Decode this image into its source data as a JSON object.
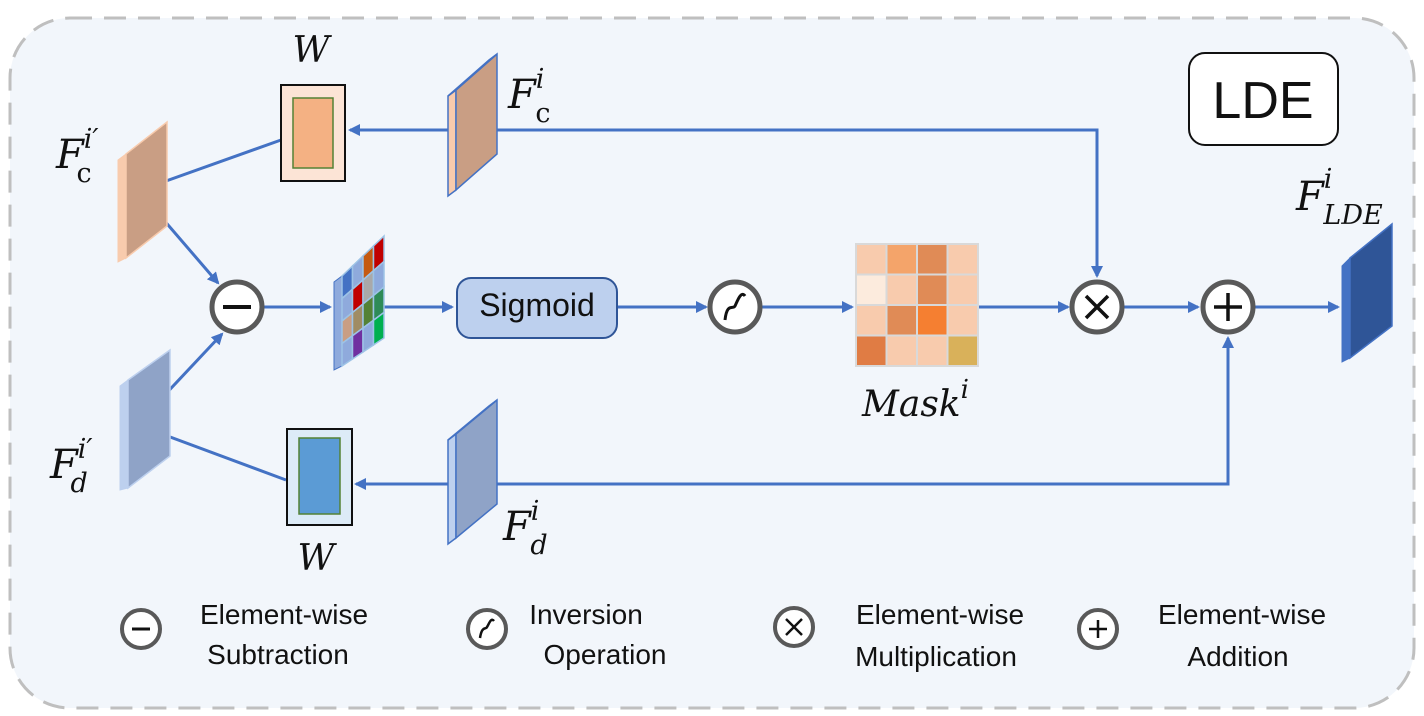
{
  "diagram": {
    "badge": "LDE",
    "feature_maps": {
      "fc": {
        "base": "F",
        "sub": "c",
        "sup": "i"
      },
      "fd": {
        "base": "F",
        "sub": "d",
        "sup": "i"
      },
      "fc_prime": {
        "base": "F",
        "sub": "c",
        "sup": "i′"
      },
      "fd_prime": {
        "base": "F",
        "sub": "d",
        "sup": "i′"
      },
      "f_lde": {
        "base": "F",
        "sub": "LDE",
        "sup": "i"
      }
    },
    "weight_top": "W",
    "weight_bottom": "W",
    "sigmoid": "Sigmoid",
    "mask": {
      "base": "Mask",
      "sup": "i"
    },
    "operators": {
      "subtraction": "−",
      "inversion": "~",
      "multiplication": "×",
      "addition": "+"
    }
  },
  "legend": [
    {
      "icon": "subtraction-icon",
      "line1": "Element-wise",
      "line2": "Subtraction"
    },
    {
      "icon": "inversion-icon",
      "line1": "Inversion",
      "line2": "Operation"
    },
    {
      "icon": "multiplication-icon",
      "line1": "Element-wise",
      "line2": "Multiplication"
    },
    {
      "icon": "addition-icon",
      "line1": "Element-wise",
      "line2": "Addition"
    }
  ],
  "colors": {
    "arrow": "#4472C4",
    "panel_bg": "#F2F6FB",
    "panel_border": "#BFBFBF",
    "op_circle_border": "#595959",
    "fc_face": "#C99E84",
    "fd_face": "#8FA3C7",
    "f_lde_face": "#2F5597",
    "sigmoid_fill": "#BDD0EE"
  },
  "grid_top": {
    "matrix": [
      [
        "#4472C4",
        "#8FAADC",
        "#C55A11",
        "#C00000"
      ],
      [
        "#8FAADC",
        "#C00000",
        "#A9A9A9",
        "#8FAADC"
      ],
      [
        "#C99E84",
        "#A08C64",
        "#548235",
        "#2E8B57"
      ],
      [
        "#8FAADC",
        "#7030A0",
        "#8FAADC",
        "#00B050"
      ]
    ]
  },
  "mask_cells": [
    [
      "#F8CBAD",
      "#F4A46A",
      "#E08B56",
      "#F8CBAD"
    ],
    [
      "#FCEBDD",
      "#F8CBAD",
      "#E08B56",
      "#F8CBAD"
    ],
    [
      "#F8CBAD",
      "#E08B56",
      "#F57F31",
      "#F8CBAD"
    ],
    [
      "#E07C44",
      "#F8CBAD",
      "#F8CBAD",
      "#D9B15A"
    ]
  ]
}
